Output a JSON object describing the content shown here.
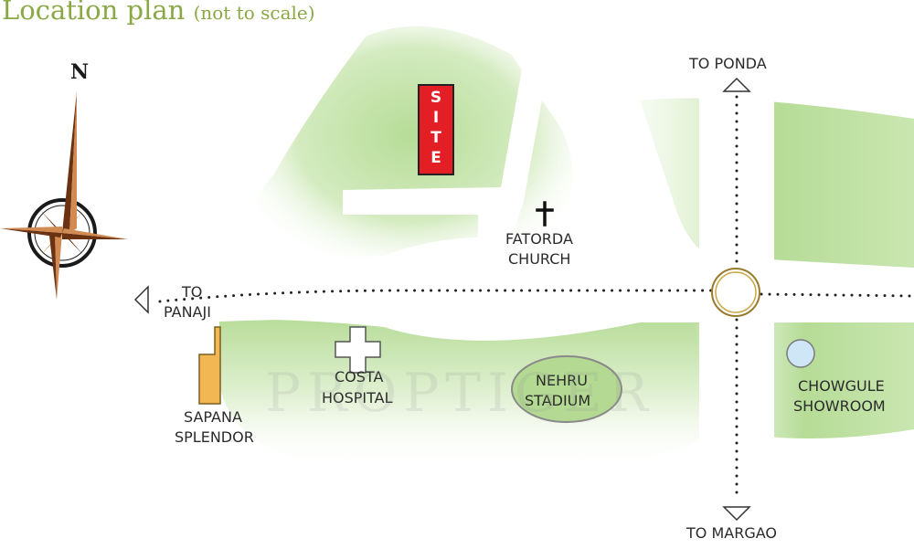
{
  "header": {
    "title": "Location plan",
    "subtitle": "(not to scale)"
  },
  "compass": {
    "label": "N"
  },
  "site": {
    "label": "SITE"
  },
  "roads": {
    "to_ponda": "TO PONDA",
    "to_margao": "TO MARGAO",
    "to_panaji_line1": "TO",
    "to_panaji_line2": "PANAJI"
  },
  "landmarks": {
    "fatorda_church": [
      "FATORDA",
      "CHURCH"
    ],
    "costa_hospital": [
      "COSTA",
      "HOSPITAL"
    ],
    "nehru_stadium": [
      "NEHRU",
      "STADIUM"
    ],
    "chowgule_showroom": [
      "CHOWGULE",
      "SHOWROOM"
    ],
    "sapana_splendor": [
      "SAPANA",
      "SPLENDOR"
    ]
  },
  "watermark": "PROPTIGER",
  "colors": {
    "title": "#8aa845",
    "green_area": "#bfe0a4",
    "site": "#e31e24",
    "sapana": "#f2b652",
    "showroom": "#cfe6f7",
    "compass_dark": "#6b3212",
    "compass_light": "#d08a52"
  }
}
